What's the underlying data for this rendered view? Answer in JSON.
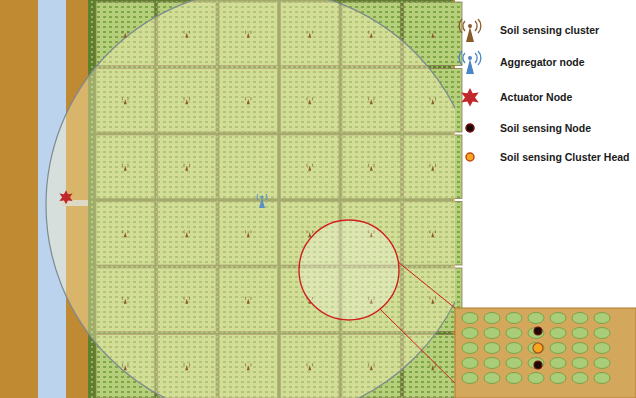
{
  "diagram": {
    "legend": [
      {
        "text": "Soil sensing cluster"
      },
      {
        "text": "Aggregator node"
      },
      {
        "text": "Actuator Node"
      },
      {
        "text": "Soil sensing Node"
      },
      {
        "text": "Soil sensing Cluster Head"
      }
    ]
  }
}
